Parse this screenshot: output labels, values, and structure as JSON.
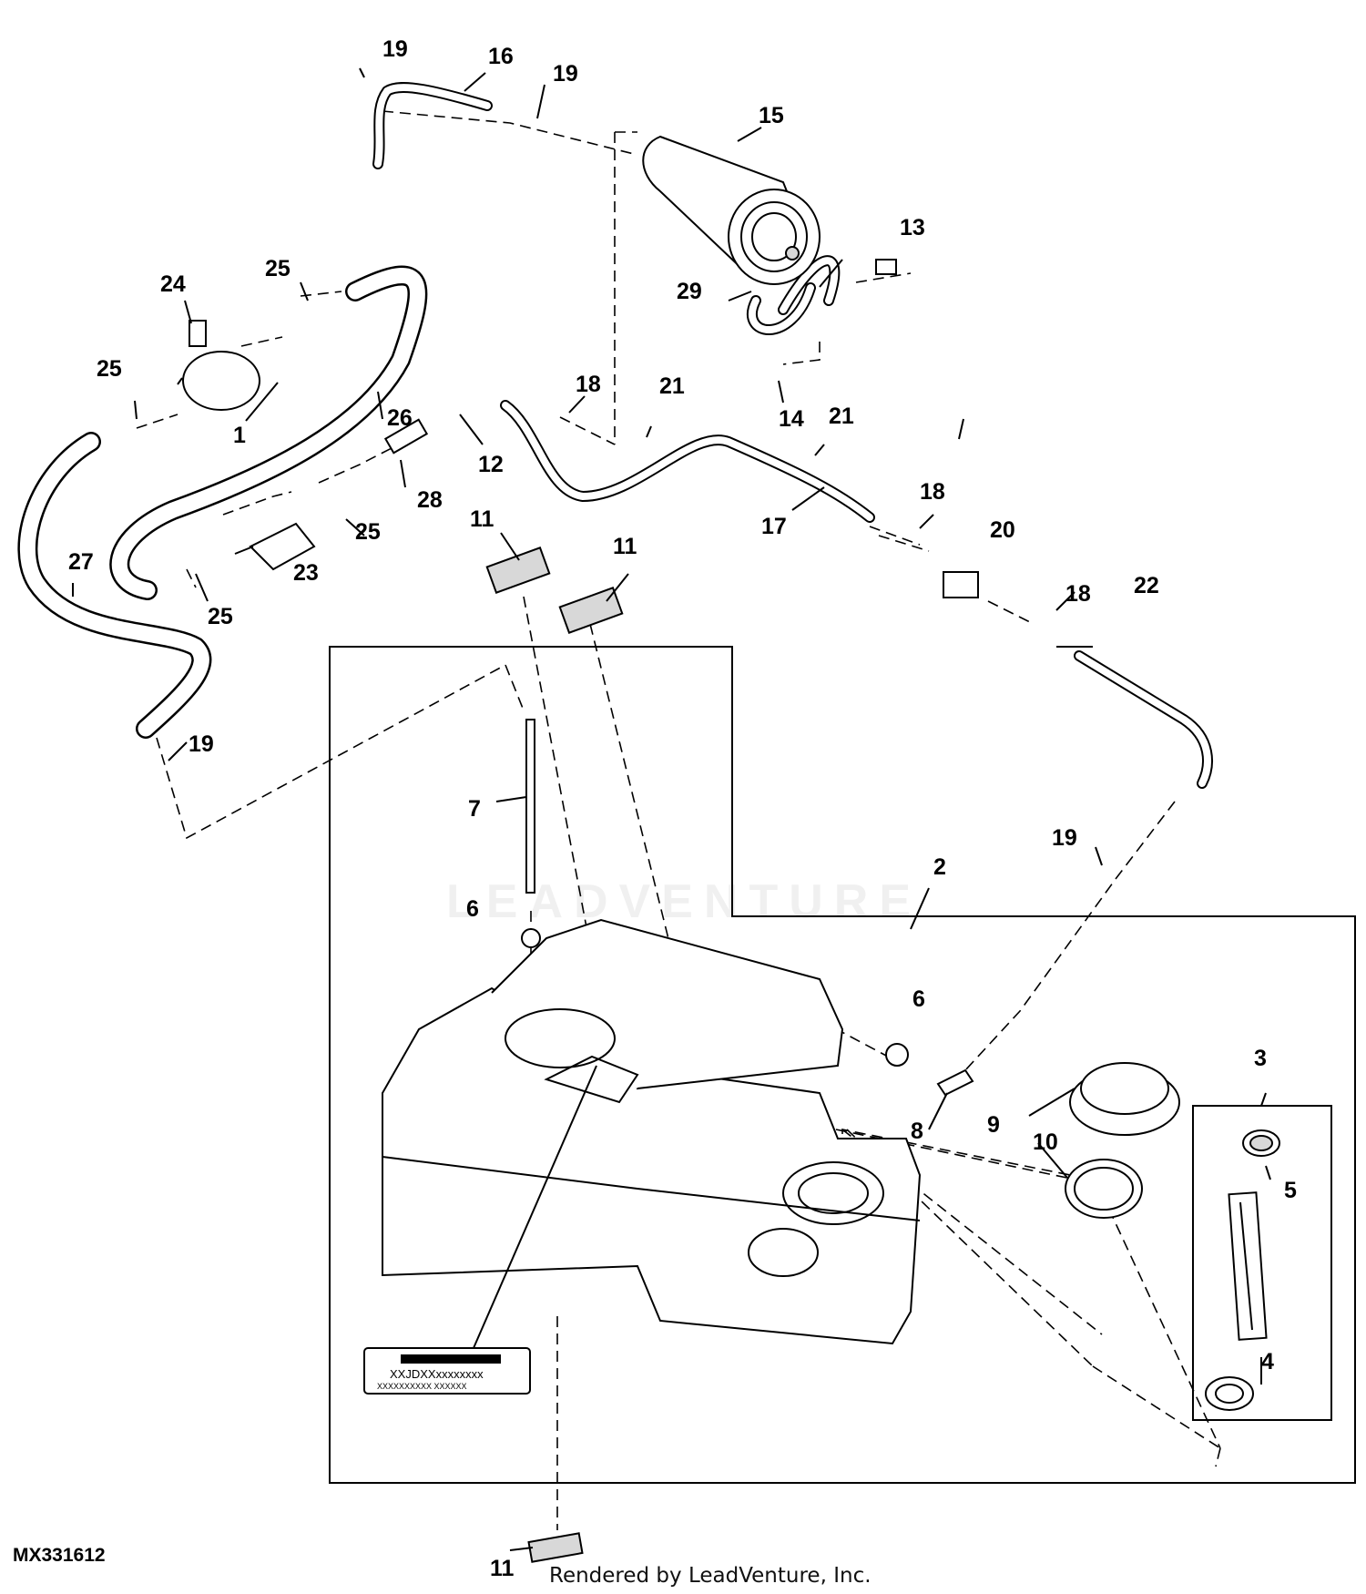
{
  "diagram": {
    "id_label": "MX331612",
    "credit": "Rendered by LeadVenture, Inc.",
    "watermark": "LEADVENTURE",
    "decal_text": [
      "XXJDXXxxxxxxxx",
      "XXXXXXXXXX     XXXXXX"
    ]
  },
  "callouts": [
    {
      "key": "c1",
      "text": "1"
    },
    {
      "key": "c2",
      "text": "2"
    },
    {
      "key": "c3",
      "text": "3"
    },
    {
      "key": "c4",
      "text": "4"
    },
    {
      "key": "c5",
      "text": "5"
    },
    {
      "key": "c6a",
      "text": "6"
    },
    {
      "key": "c6b",
      "text": "6"
    },
    {
      "key": "c7",
      "text": "7"
    },
    {
      "key": "c8",
      "text": "8"
    },
    {
      "key": "c9",
      "text": "9"
    },
    {
      "key": "c10",
      "text": "10"
    },
    {
      "key": "c11a",
      "text": "11"
    },
    {
      "key": "c11b",
      "text": "11"
    },
    {
      "key": "c11c",
      "text": "11"
    },
    {
      "key": "c12",
      "text": "12"
    },
    {
      "key": "c13",
      "text": "13"
    },
    {
      "key": "c14",
      "text": "14"
    },
    {
      "key": "c15",
      "text": "15"
    },
    {
      "key": "c16",
      "text": "16"
    },
    {
      "key": "c17",
      "text": "17"
    },
    {
      "key": "c18a",
      "text": "18"
    },
    {
      "key": "c18b",
      "text": "18"
    },
    {
      "key": "c18c",
      "text": "18"
    },
    {
      "key": "c19a",
      "text": "19"
    },
    {
      "key": "c19b",
      "text": "19"
    },
    {
      "key": "c19c",
      "text": "19"
    },
    {
      "key": "c19d",
      "text": "19"
    },
    {
      "key": "c20",
      "text": "20"
    },
    {
      "key": "c21a",
      "text": "21"
    },
    {
      "key": "c21b",
      "text": "21"
    },
    {
      "key": "c22",
      "text": "22"
    },
    {
      "key": "c23",
      "text": "23"
    },
    {
      "key": "c24",
      "text": "24"
    },
    {
      "key": "c25a",
      "text": "25"
    },
    {
      "key": "c25b",
      "text": "25"
    },
    {
      "key": "c25c",
      "text": "25"
    },
    {
      "key": "c25d",
      "text": "25"
    },
    {
      "key": "c26",
      "text": "26"
    },
    {
      "key": "c27",
      "text": "27"
    },
    {
      "key": "c28",
      "text": "28"
    },
    {
      "key": "c29",
      "text": "29"
    }
  ]
}
